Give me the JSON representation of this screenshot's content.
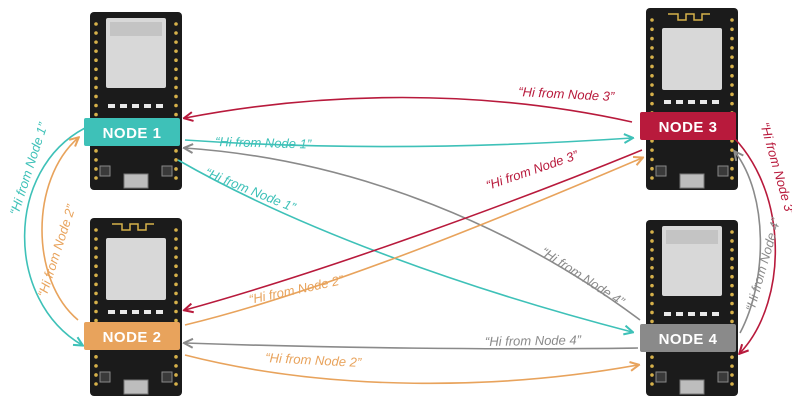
{
  "colors": {
    "node1": "#3ec1b8",
    "node2": "#e8a35c",
    "node3": "#b81a3c",
    "node4": "#8a8a8a",
    "board": "#1b1b1b",
    "pin": "#d6b14a",
    "module": "#d8d8d8"
  },
  "nodes": [
    {
      "id": "node1",
      "label": "NODE 1"
    },
    {
      "id": "node2",
      "label": "NODE 2"
    },
    {
      "id": "node3",
      "label": "NODE 3"
    },
    {
      "id": "node4",
      "label": "NODE 4"
    }
  ],
  "messages": {
    "n1_to_n2": "“Hi from Node 1”",
    "n2_to_n1": "“Hi from Node 2”",
    "n3_to_n1": "“Hi from Node 3”",
    "n1_to_n3": "“Hi from Node 1”",
    "n1_to_n4": "“Hi from Node 1”",
    "n3_to_n2": "“Hi from Node 3”",
    "n2_to_n3": "“Hi from Node 2”",
    "n4_to_n1": "“Hi from Node 4”",
    "n4_to_n2": "“Hi from Node 4”",
    "n2_to_n4": "“Hi from Node 2”",
    "n3_to_n4": "“Hi from Node 3”",
    "n4_to_n3": "“Hi from Node 4”"
  }
}
